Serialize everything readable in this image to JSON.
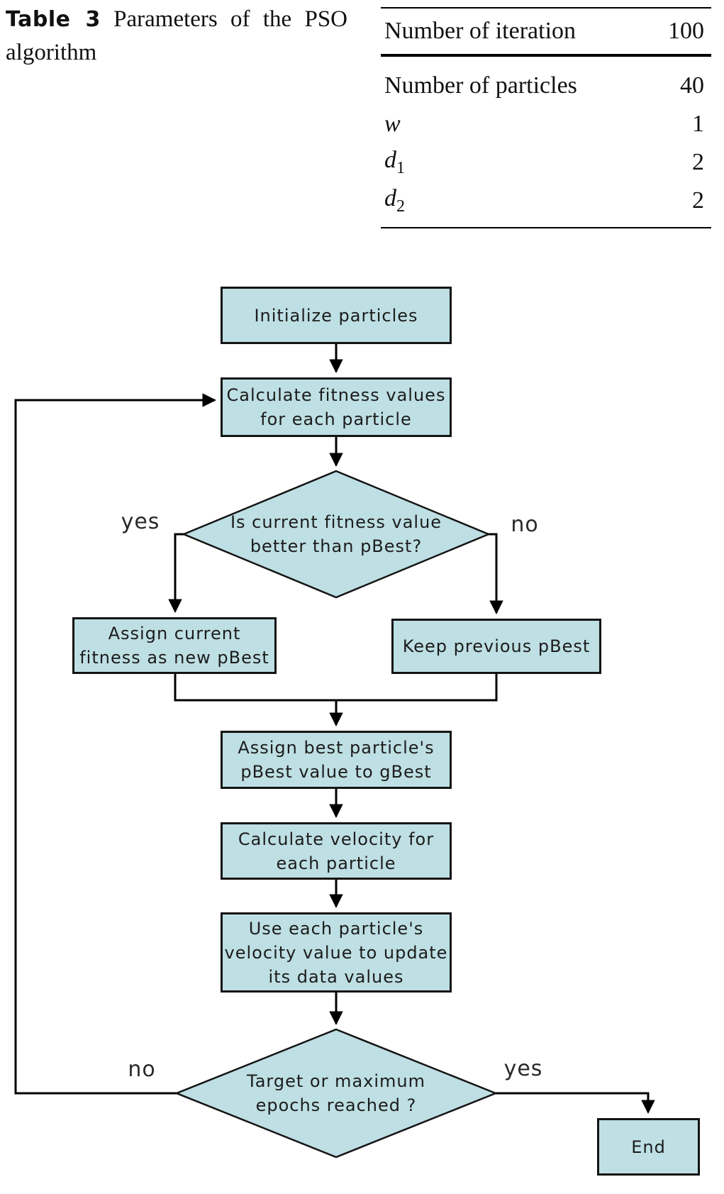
{
  "table_caption": {
    "label": "Table 3",
    "text": "Parameters of the PSO algorithm"
  },
  "table": {
    "rows": [
      {
        "param": "Number of iteration",
        "value": "100"
      },
      {
        "param": "Number of particles",
        "value": "40"
      },
      {
        "param": "w",
        "sub": "",
        "value": "1"
      },
      {
        "param": "d",
        "sub": "1",
        "value": "2"
      },
      {
        "param": "d",
        "sub": "2",
        "value": "2"
      }
    ]
  },
  "flowchart": {
    "nodes": {
      "init": "Initialize particles",
      "calc_fitness": "Calculate fitness values\nfor each particle",
      "decision_pbest": "Is current fitness value\nbetter than pBest?",
      "assign_current": "Assign current\nfitness as new pBest",
      "keep_previous": "Keep previous pBest",
      "assign_best": "Assign best particle's\npBest value to gBest",
      "calc_velocity": "Calculate velocity for\neach particle",
      "use_velocity": "Use each particle's\nvelocity value to update\nits data values",
      "decision_target": "Target or maximum\nepochs reached ?",
      "end": "End"
    },
    "labels": {
      "decision_pbest_yes": "yes",
      "decision_pbest_no": "no",
      "decision_target_no": "no",
      "decision_target_yes": "yes"
    },
    "colors": {
      "node_fill": "#bedfe3",
      "node_border": "#141414",
      "line": "#000000"
    }
  }
}
